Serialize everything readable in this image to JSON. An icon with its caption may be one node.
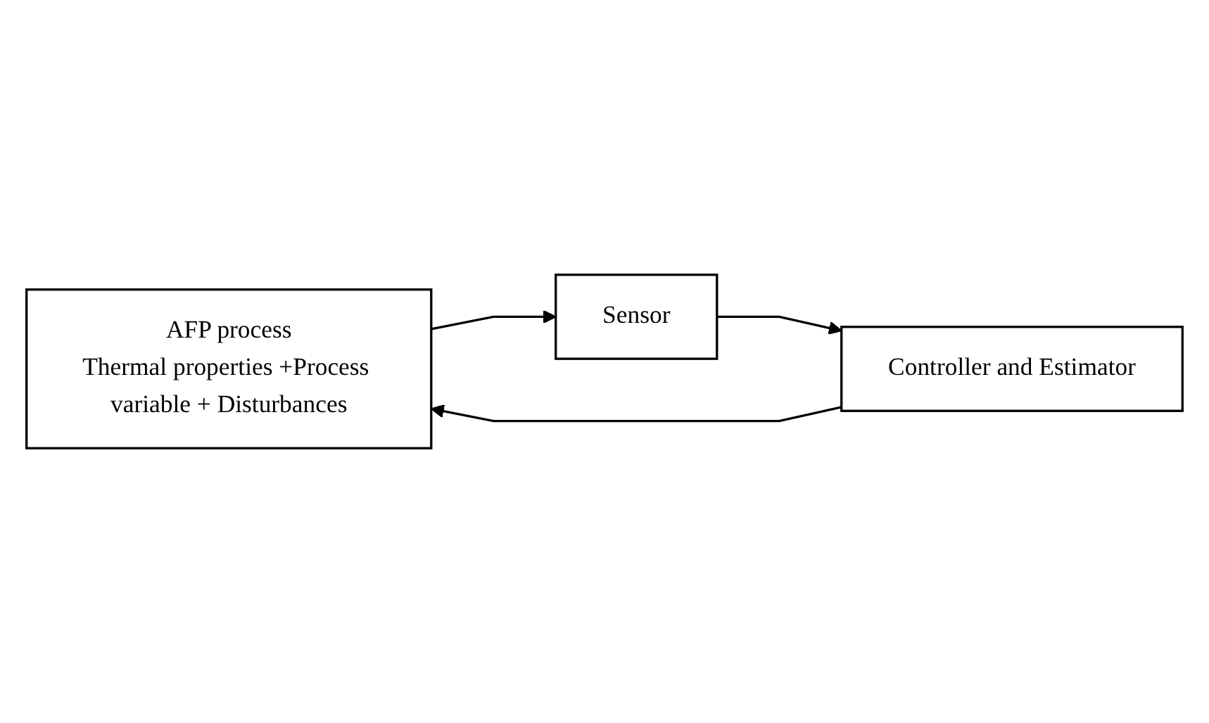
{
  "diagram": {
    "nodes": [
      {
        "text": [
          "AFP process",
          "Thermal properties +Process variable + Disturbances"
        ]
      },
      {
        "text": [
          "Sensor"
        ]
      },
      {
        "text": [
          "Controller and Estimator"
        ]
      }
    ],
    "edges": [
      {
        "from": 0,
        "to": 1,
        "arrow": "to"
      },
      {
        "from": 1,
        "to": 2,
        "arrow": "to"
      },
      {
        "from": 2,
        "to": 0,
        "arrow": "to"
      }
    ]
  }
}
